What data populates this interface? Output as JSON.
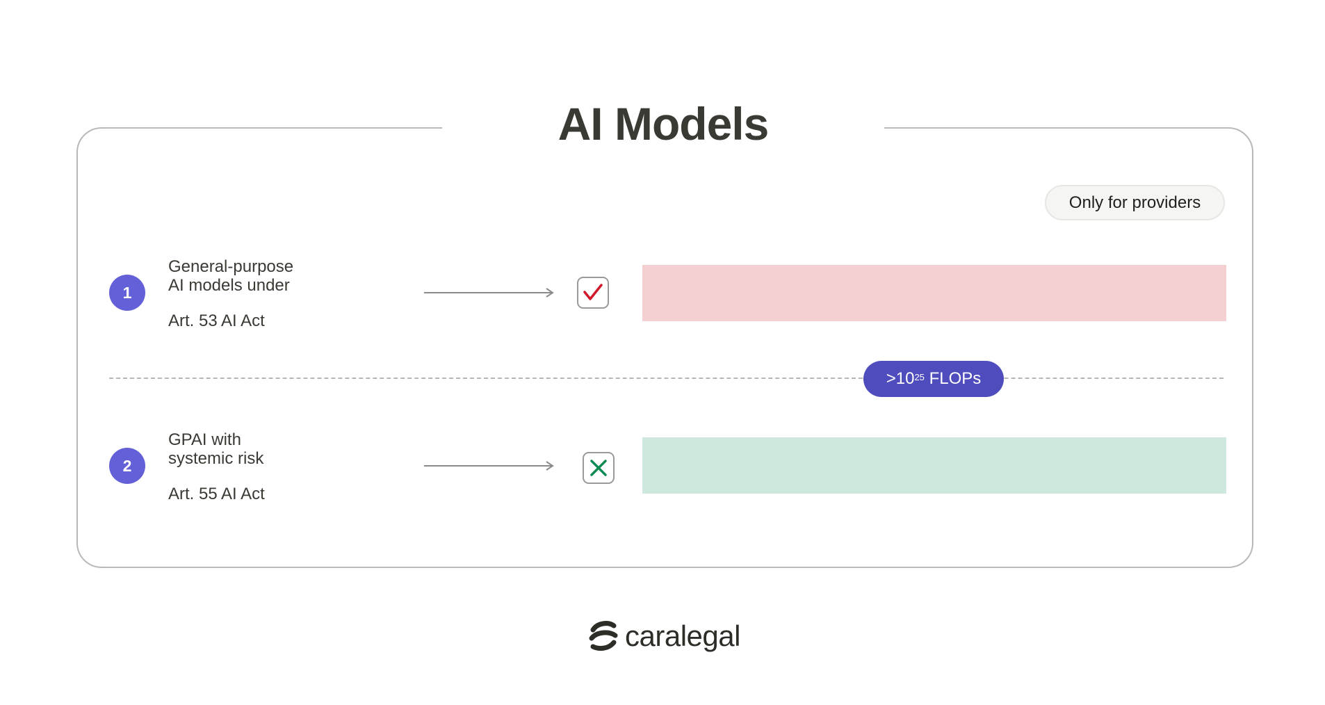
{
  "title": "AI Models",
  "providers_label": "Only for providers",
  "rows": [
    {
      "number": "1",
      "title_line1": "General-purpose",
      "title_line2": "AI models under",
      "reference": "Art. 53 AI Act",
      "mark": "check-icon",
      "mark_color": "#d0192b",
      "bar_color": "#f5d0d3"
    },
    {
      "number": "2",
      "title_line1": "GPAI with",
      "title_line2": "systemic risk",
      "reference": "Art. 55 AI Act",
      "mark": "cross-icon",
      "mark_color": "#0f8a55",
      "bar_color": "#cfe8dd"
    }
  ],
  "threshold": {
    "prefix": ">10",
    "exponent": "25",
    "suffix": " FLOPs"
  },
  "brand": {
    "name": "caralegal",
    "icon": "caralegal-logo-icon"
  },
  "colors": {
    "accent": "#6360d8",
    "pill": "#4f4cbd",
    "text": "#3a3a34"
  }
}
